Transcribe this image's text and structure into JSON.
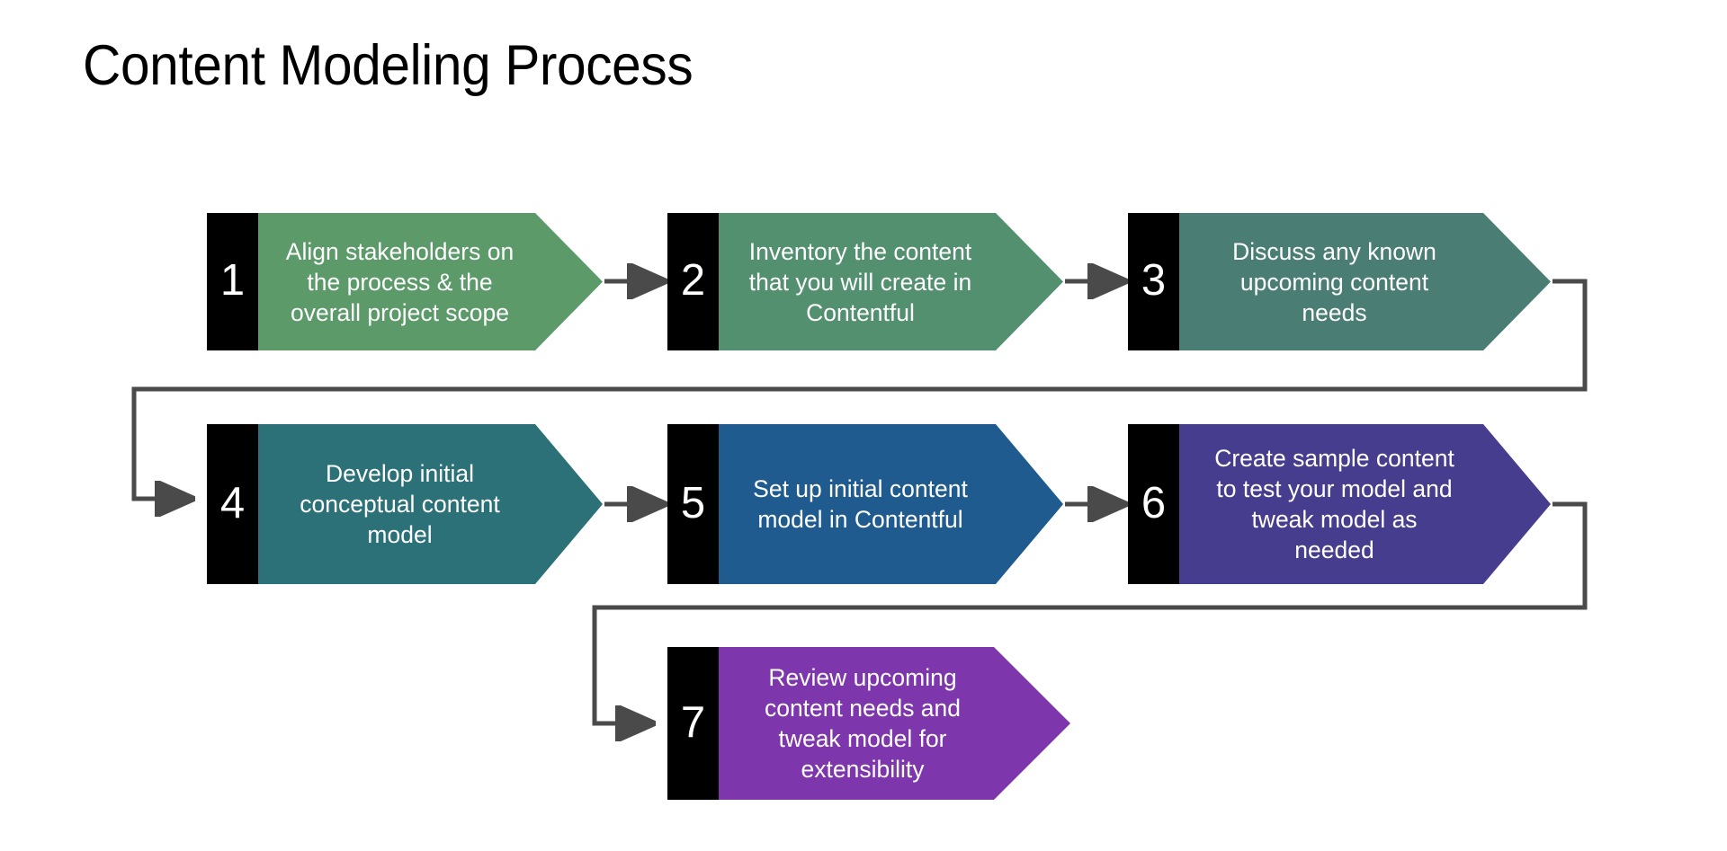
{
  "page": {
    "title": "Content Modeling Process",
    "background": "#ffffff"
  },
  "theme": {
    "number_block": "#000000",
    "number_text": "#ffffff",
    "label_text": "#ffffff",
    "connector": "#4a4a4a",
    "title_text": "#000000"
  },
  "diagram": {
    "type": "process-flow",
    "orientation": "serpentine-left-to-right",
    "step_count": 7,
    "rows": [
      {
        "steps": [
          1,
          2,
          3
        ],
        "direction": "left-to-right"
      },
      {
        "steps": [
          4,
          5,
          6
        ],
        "direction": "left-to-right"
      },
      {
        "steps": [
          7
        ],
        "direction": "left-to-right"
      }
    ],
    "steps": [
      {
        "number": "1",
        "label": "Align stakeholders on\nthe process & the\noverall project scope",
        "color": "#5c9a6a"
      },
      {
        "number": "2",
        "label": "Inventory the content\nthat you will create in\nContentful",
        "color": "#539070"
      },
      {
        "number": "3",
        "label": "Discuss any known\nupcoming content\nneeds",
        "color": "#4a7e74"
      },
      {
        "number": "4",
        "label": "Develop initial\nconceptual content\nmodel",
        "color": "#2b7177"
      },
      {
        "number": "5",
        "label": "Set up initial content\nmodel in Contentful",
        "color": "#1f5b8f"
      },
      {
        "number": "6",
        "label": "Create sample content\nto test your model and\ntweak model as\nneeded",
        "color": "#473d8f"
      },
      {
        "number": "7",
        "label": "Review upcoming\ncontent needs and\ntweak model for\nextensibility",
        "color": "#7e36ad"
      }
    ],
    "connectors": [
      {
        "from": "1",
        "to": "2",
        "kind": "straight-arrow"
      },
      {
        "from": "2",
        "to": "3",
        "kind": "straight-arrow"
      },
      {
        "from": "3",
        "to": "4",
        "kind": "wrap-arrow"
      },
      {
        "from": "4",
        "to": "5",
        "kind": "straight-arrow"
      },
      {
        "from": "5",
        "to": "6",
        "kind": "straight-arrow"
      },
      {
        "from": "6",
        "to": "7",
        "kind": "wrap-arrow"
      }
    ]
  }
}
